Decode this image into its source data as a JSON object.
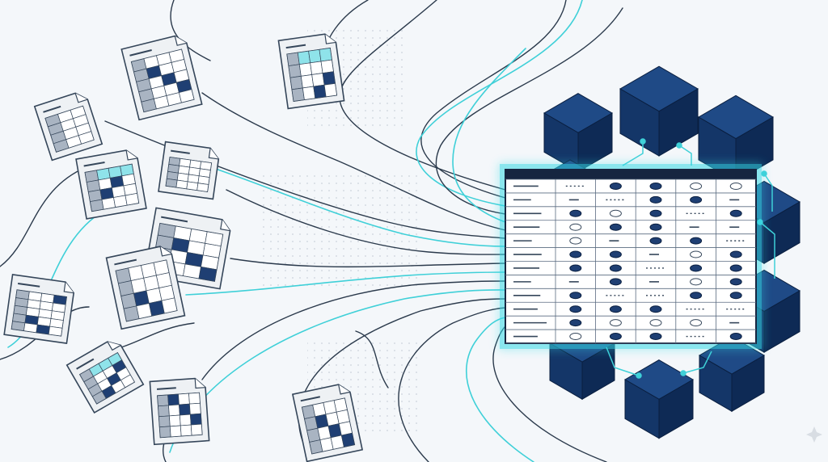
{
  "colors": {
    "background": "#f4f7fa",
    "line_dark": "#2b3a4c",
    "line_teal": "#3fd0d8",
    "cube_top": "#1f4a86",
    "cube_left": "#143668",
    "cube_right": "#0e2a55",
    "doc_fill": "#eef1f4",
    "doc_stroke": "#35465a",
    "cell_dark": "#1f3f73",
    "cell_teal": "#8fe3ea",
    "table_header": "#162540",
    "glow": "#36d9e6"
  },
  "icons": {
    "document": "spreadsheet-document-icon",
    "cube": "data-cube-icon",
    "table": "unified-data-table",
    "corner_mark": "sparkle-icon"
  },
  "documents": [
    {
      "name": "doc-1",
      "rows": 5,
      "cols": 4,
      "accent": "dark"
    },
    {
      "name": "doc-2",
      "rows": 4,
      "cols": 4,
      "accent": "teal"
    },
    {
      "name": "doc-3",
      "rows": 4,
      "cols": 3,
      "accent": "none"
    },
    {
      "name": "doc-4",
      "rows": 4,
      "cols": 4,
      "accent": "teal"
    },
    {
      "name": "doc-5",
      "rows": 4,
      "cols": 4,
      "accent": "none"
    },
    {
      "name": "doc-6",
      "rows": 4,
      "cols": 4,
      "accent": "dark"
    },
    {
      "name": "doc-7",
      "rows": 4,
      "cols": 4,
      "accent": "dark"
    },
    {
      "name": "doc-8",
      "rows": 5,
      "cols": 4,
      "accent": "dark"
    },
    {
      "name": "doc-9",
      "rows": 4,
      "cols": 4,
      "accent": "teal"
    },
    {
      "name": "doc-10",
      "rows": 4,
      "cols": 4,
      "accent": "dark"
    },
    {
      "name": "doc-11",
      "rows": 4,
      "cols": 4,
      "accent": "dark"
    }
  ],
  "table": {
    "columns": 6,
    "rows": 12
  }
}
